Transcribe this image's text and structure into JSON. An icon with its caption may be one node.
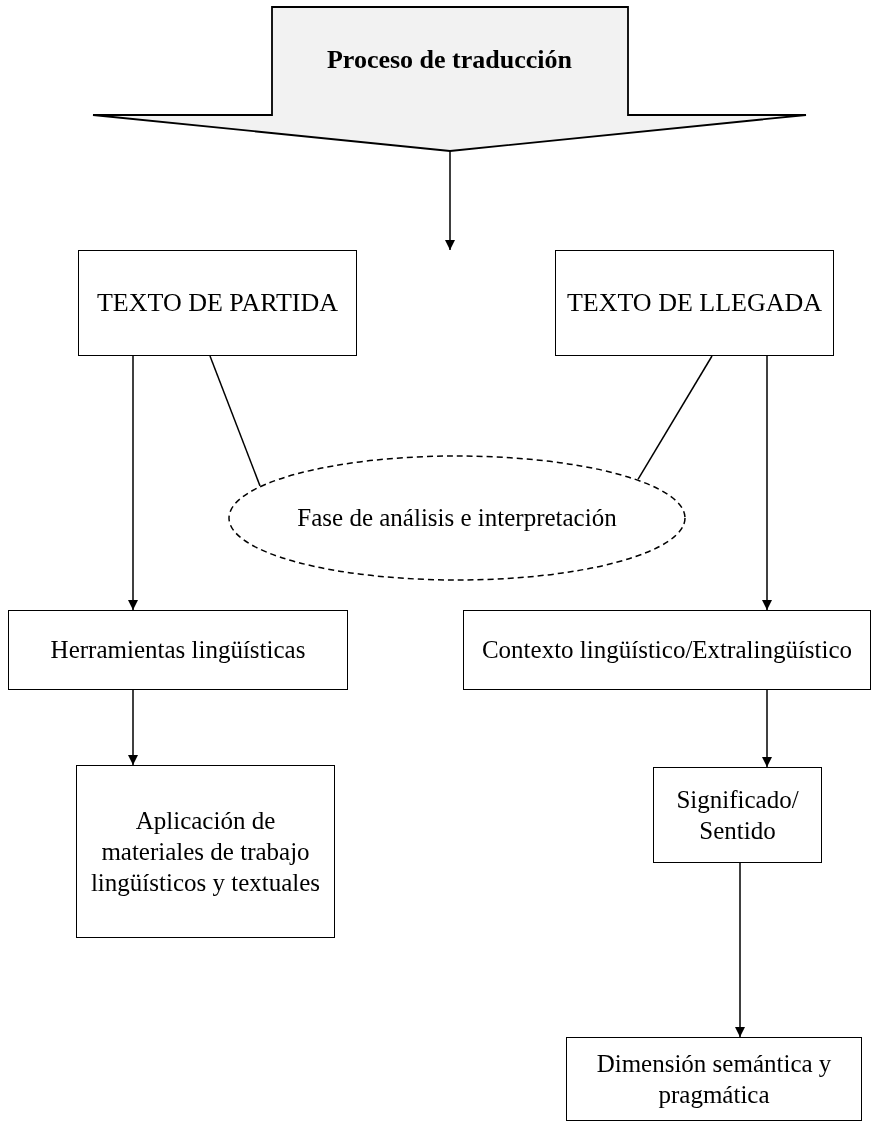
{
  "diagram": {
    "nodes": [
      {
        "text": [
          "Proceso de traducción"
        ]
      },
      {
        "text": [
          "TEXTO DE PARTIDA"
        ]
      },
      {
        "text": [
          "TEXTO DE LLEGADA"
        ]
      },
      {
        "text": [
          "Fase de análisis e interpretación"
        ]
      },
      {
        "text": [
          "Herramientas lingüísticas"
        ]
      },
      {
        "text": [
          "Contexto lingüístico/Extralingüístico"
        ]
      },
      {
        "text": [
          "Aplicación de materiales de trabajo lingüísticos y textuales"
        ]
      },
      {
        "text": [
          "Significado/ Sentido"
        ]
      },
      {
        "text": [
          "Dimensión semántica y pragmática"
        ]
      }
    ],
    "edges": [
      {
        "from": 0,
        "to": null,
        "arrow": "to"
      },
      {
        "from": 1,
        "to": 4,
        "arrow": "to"
      },
      {
        "from": 1,
        "to": 3,
        "arrow": "none"
      },
      {
        "from": 2,
        "to": 3,
        "arrow": "none"
      },
      {
        "from": 2,
        "to": 5,
        "arrow": "to"
      },
      {
        "from": 4,
        "to": 6,
        "arrow": "to"
      },
      {
        "from": 5,
        "to": 7,
        "arrow": "to"
      },
      {
        "from": 7,
        "to": 8,
        "arrow": "to"
      }
    ]
  }
}
